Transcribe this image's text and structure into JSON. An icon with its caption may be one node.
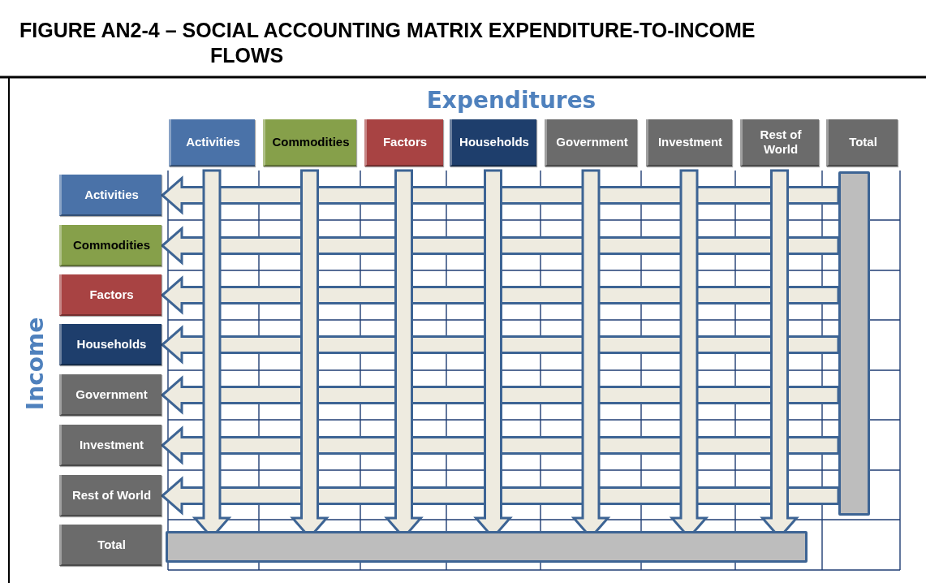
{
  "diagram": {
    "title": "FIGURE AN2-4 – SOCIAL ACCOUNTING MATRIX EXPENDITURE-TO-INCOME FLOWS",
    "nodes": [
      {
        "text": [
          "Activities"
        ]
      },
      {
        "text": [
          "Commodities"
        ]
      },
      {
        "text": [
          "Factors"
        ]
      },
      {
        "text": [
          "Households"
        ]
      },
      {
        "text": [
          "Government"
        ]
      },
      {
        "text": [
          "Investment"
        ]
      },
      {
        "text": [
          "Rest of World"
        ]
      },
      {
        "text": [
          "Total"
        ]
      },
      {
        "text": [
          "Activities"
        ]
      },
      {
        "text": [
          "Commodities"
        ]
      },
      {
        "text": [
          "Factors"
        ]
      },
      {
        "text": [
          "Households"
        ]
      },
      {
        "text": [
          "Government"
        ]
      },
      {
        "text": [
          "Investment"
        ]
      },
      {
        "text": [
          "Rest of World"
        ]
      },
      {
        "text": [
          "Total"
        ]
      },
      {
        "text": [],
        "shape": "bar"
      },
      {
        "text": [],
        "shape": "bar"
      }
    ],
    "edges": [
      {
        "from": 0,
        "to": 17,
        "arrow": "to"
      },
      {
        "from": 1,
        "to": 17,
        "arrow": "to"
      },
      {
        "from": 2,
        "to": 17,
        "arrow": "to"
      },
      {
        "from": 3,
        "to": 17,
        "arrow": "to"
      },
      {
        "from": 4,
        "to": 17,
        "arrow": "to"
      },
      {
        "from": 5,
        "to": 17,
        "arrow": "to"
      },
      {
        "from": 6,
        "to": 17,
        "arrow": "to"
      },
      {
        "from": 16,
        "to": 8,
        "arrow": "to"
      },
      {
        "from": 16,
        "to": 9,
        "arrow": "to"
      },
      {
        "from": 16,
        "to": 10,
        "arrow": "to"
      },
      {
        "from": 16,
        "to": 11,
        "arrow": "to"
      },
      {
        "from": 16,
        "to": 12,
        "arrow": "to"
      },
      {
        "from": 16,
        "to": 13,
        "arrow": "to"
      },
      {
        "from": 16,
        "to": 14,
        "arrow": "to"
      }
    ],
    "labels": [
      "Expenditures",
      "Income"
    ]
  }
}
